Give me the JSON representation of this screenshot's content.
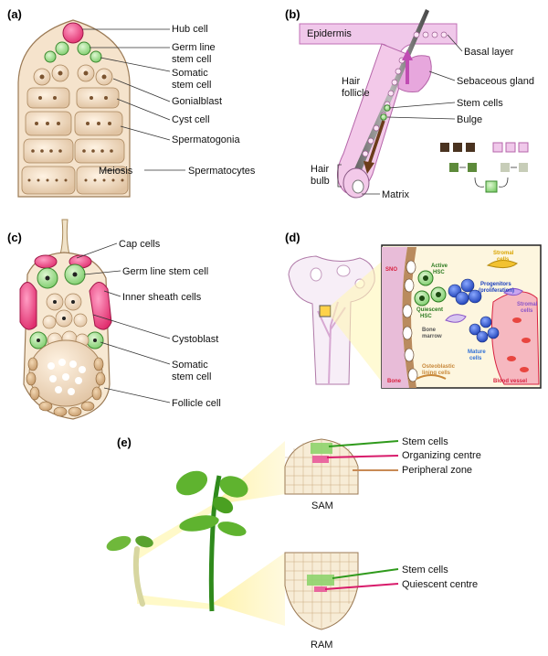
{
  "panels": {
    "a": {
      "tag": "(a)",
      "labels": {
        "hub_cell": "Hub cell",
        "germ_line_1": "Germ line",
        "germ_line_2": "stem cell",
        "somatic_1": "Somatic",
        "somatic_2": "stem cell",
        "gonialblast": "Gonialblast",
        "cyst_cell": "Cyst cell",
        "spermatogonia": "Spermatogonia",
        "meiosis": "Meiosis",
        "spermatocytes": "Spermatocytes"
      }
    },
    "b": {
      "tag": "(b)",
      "labels": {
        "epidermis": "Epidermis",
        "hair_follicle_1": "Hair",
        "hair_follicle_2": "follicle",
        "basal_layer": "Basal layer",
        "sebaceous_gland": "Sebaceous gland",
        "stem_cells": "Stem cells",
        "bulge": "Bulge",
        "hair_bulb_1": "Hair",
        "hair_bulb_2": "bulb",
        "matrix": "Matrix"
      }
    },
    "c": {
      "tag": "(c)",
      "labels": {
        "cap_cells": "Cap cells",
        "germ_line_stem_cell": "Germ line stem cell",
        "inner_sheath_cells": "Inner sheath cells",
        "cystoblast": "Cystoblast",
        "somatic_1": "Somatic",
        "somatic_2": "stem cell",
        "follicle_cell": "Follicle cell"
      }
    },
    "d": {
      "tag": "(d)",
      "labels": {
        "sno": "SNO",
        "active_hsc_1": "Active",
        "active_hsc_2": "HSC",
        "quiescent_hsc_1": "Quiescent",
        "quiescent_hsc_2": "HSC",
        "stromal_cells_top_1": "Stromal",
        "stromal_cells_top_2": "cells",
        "progenitors_1": "Progenitors",
        "progenitors_2": "(proliferation)",
        "stromal_cells_right_1": "Stromal",
        "stromal_cells_right_2": "cells",
        "bone_marrow_1": "Bone",
        "bone_marrow_2": "marrow",
        "mature_cells_1": "Mature",
        "mature_cells_2": "cells",
        "osteoblastic_1": "Osteoblastic",
        "osteoblastic_2": "lining cells",
        "bone": "Bone",
        "blood_vessel": "Blood vessel"
      },
      "colors": {
        "sno": "#d8213f",
        "active": "#2b7a1f",
        "progenitors": "#1a3fbf",
        "stromal": "#d9a400",
        "stromal_right": "#8a55c8",
        "mature": "#2f6fd6",
        "blood": "#d8213f",
        "osteo": "#c8883a"
      }
    },
    "e": {
      "tag": "(e)",
      "labels": {
        "stem_cells_top": "Stem cells",
        "organizing_centre": "Organizing centre",
        "peripheral_zone": "Peripheral zone",
        "sam": "SAM",
        "stem_cells_bottom": "Stem cells",
        "quiescent_centre": "Quiescent centre",
        "ram": "RAM"
      }
    }
  }
}
